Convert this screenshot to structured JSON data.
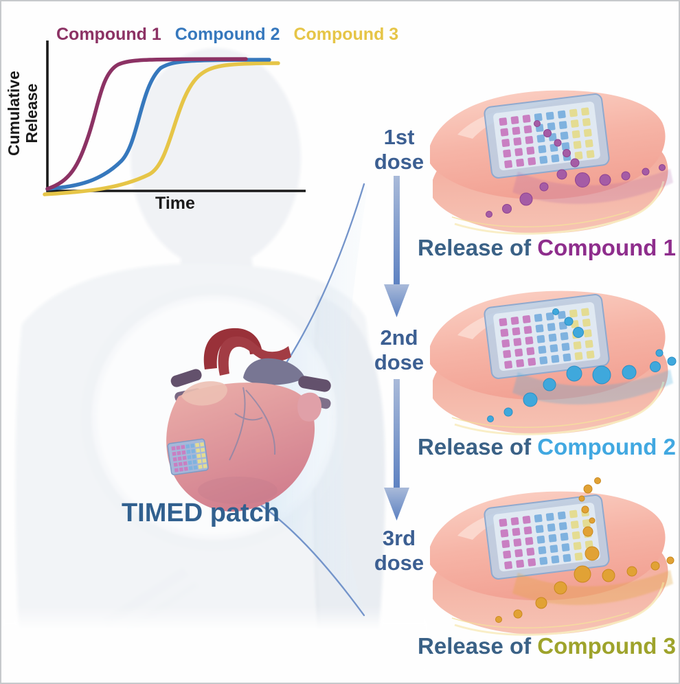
{
  "chart": {
    "y_label_lines": [
      "Cumulative",
      "Release"
    ],
    "x_axis_label": "Time"
  },
  "chart_data": {
    "type": "line",
    "title": "",
    "xlabel": "Time",
    "ylabel": "Cumulative Release",
    "x": [
      0,
      1,
      2,
      3,
      4,
      5,
      6,
      7,
      8,
      9
    ],
    "series": [
      {
        "name": "Compound 1",
        "color": "#8C3264",
        "values": [
          0,
          5,
          25,
          75,
          95,
          99,
          100,
          100,
          100,
          100
        ]
      },
      {
        "name": "Compound 2",
        "color": "#3678BD",
        "values": [
          0,
          2,
          8,
          30,
          70,
          92,
          99,
          100,
          100,
          100
        ]
      },
      {
        "name": "Compound 3",
        "color": "#E6C547",
        "values": [
          0,
          1,
          3,
          10,
          30,
          65,
          90,
          98,
          100,
          100
        ]
      }
    ],
    "ylim": [
      0,
      100
    ],
    "xticks": "none",
    "yticks": "none",
    "grid": "off",
    "legend_position": "top",
    "curve_shape": "staggered sigmoid release curves"
  },
  "anatomy": {
    "patch_label": "TIMED patch",
    "label_color": "#31608F"
  },
  "sequence": {
    "arrow_icon": "down-arrow",
    "arrow_color_light": "#A9BAD9",
    "arrow_color_dark": "#5B80C1",
    "dose_label_color": "#3C5F92",
    "doses": [
      {
        "ordinal": "1st",
        "word": "dose"
      },
      {
        "ordinal": "2nd",
        "word": "dose"
      },
      {
        "ordinal": "3rd",
        "word": "dose"
      }
    ]
  },
  "caption_prefix_color": "#3A6186",
  "panels": [
    {
      "caption_prefix": "Release of",
      "compound": "Compound 1",
      "compound_color": "#8E2D8C",
      "droplet_color": "#A55CA5",
      "droplet_color_deep": "#8E4191"
    },
    {
      "caption_prefix": "Release of",
      "compound": "Compound 2",
      "compound_color": "#41A8E1",
      "droplet_color": "#3FA8DC",
      "droplet_color_deep": "#2B8EC4"
    },
    {
      "caption_prefix": "Release of",
      "compound": "Compound 3",
      "compound_color": "#9EA32B",
      "droplet_color": "#E1A235",
      "droplet_color_deep": "#C9881F"
    }
  ],
  "patch_grid_colors": {
    "pink": "#C97FC2",
    "blue": "#7FB2DF",
    "yellow": "#E4DC92"
  }
}
